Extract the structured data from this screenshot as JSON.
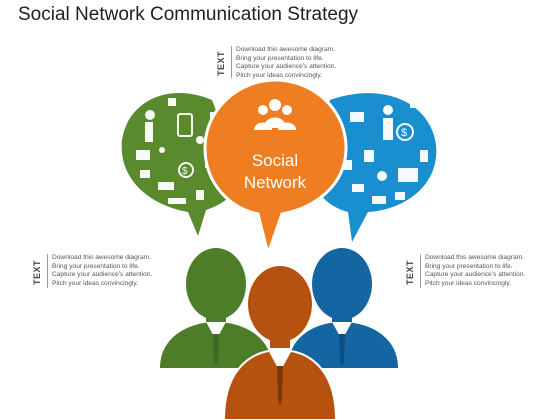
{
  "title": "Social Network Communication Strategy",
  "center": {
    "line1": "Social",
    "line2": "Network"
  },
  "text_blocks": [
    {
      "label": "TEXT",
      "lines": [
        "Download this awesome diagram.",
        "Bring your presentation to life.",
        "Capture your audience’s attention.",
        "Pitch your ideas convincingly."
      ]
    },
    {
      "label": "TEXT",
      "lines": [
        "Download this awesome diagram.",
        "Bring your presentation to life.",
        "Capture your audience’s attention.",
        "Pitch your ideas convincingly."
      ]
    },
    {
      "label": "TEXT",
      "lines": [
        "Download this awesome diagram.",
        "Bring your presentation to life.",
        "Capture your audience’s attention.",
        "Pitch your ideas convincingly."
      ]
    }
  ],
  "colors": {
    "green": "#5a8a2e",
    "dark_green": "#3f6a24",
    "orange": "#ef7d22",
    "dark_orange": "#b5520f",
    "blue": "#1a8fd0",
    "dark_blue": "#1466a3"
  },
  "icons": [
    "users-icon",
    "people-icons",
    "business-icons",
    "dollar-icon",
    "gear-icon",
    "chart-icon"
  ]
}
